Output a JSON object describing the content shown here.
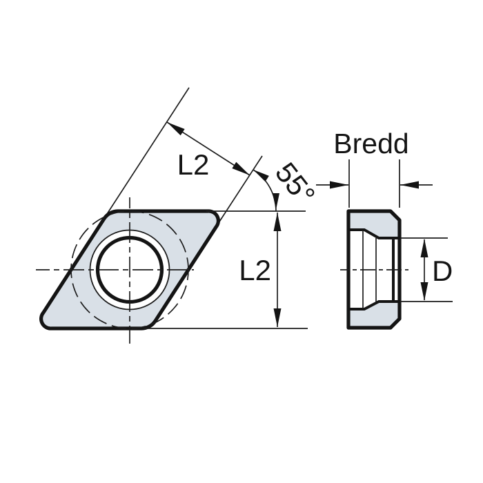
{
  "drawing": {
    "title": "insert-dimension-drawing",
    "labels": {
      "edge_length": "L2",
      "corner_angle": "55°",
      "height": "L2",
      "width": "Bredd",
      "hole_diameter": "D"
    },
    "colors": {
      "insert_fill": "#d9e0e7",
      "line": "#141414",
      "background": "#ffffff"
    }
  }
}
